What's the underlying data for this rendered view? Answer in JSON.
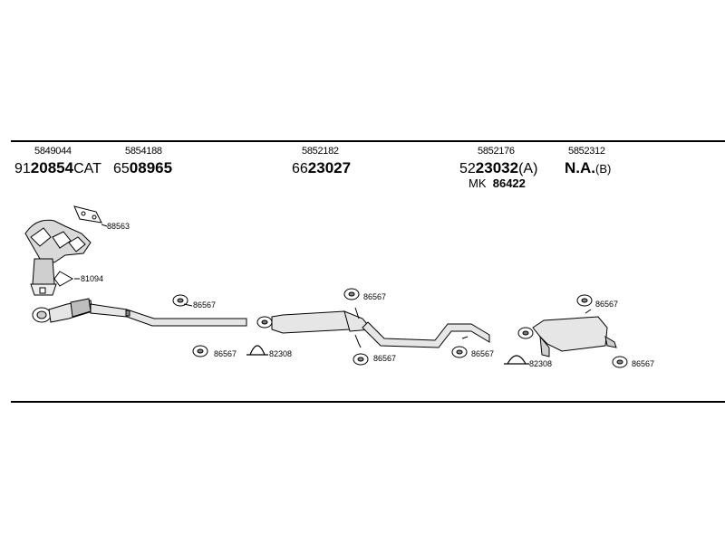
{
  "groups": [
    {
      "oe": "5849044",
      "prefix": "91",
      "main": "20854",
      "suffix": "CAT",
      "extra": ""
    },
    {
      "oe": "5854188",
      "prefix": "65",
      "main": "08965",
      "suffix": "",
      "extra": ""
    },
    {
      "oe": "5852182",
      "prefix": "66",
      "main": "23027",
      "suffix": "",
      "extra": ""
    },
    {
      "oe": "5852176",
      "prefix": "52",
      "main": "23032",
      "suffix": "(A)",
      "extra_prefix": "MK",
      "extra": "86422"
    },
    {
      "oe": "5852312",
      "prefix": "",
      "main": "N.A.",
      "suffix": "(B)",
      "extra": ""
    }
  ],
  "parts": {
    "gasket_manifold": "88563",
    "gasket_cat": "81094",
    "hanger_1": "86567",
    "hanger_2": "86567",
    "clamp_1": "82308",
    "hanger_3": "86567",
    "hanger_4": "86567",
    "hanger_5": "86567",
    "clamp_2": "82308",
    "hanger_6": "86567",
    "hanger_7": "86567"
  }
}
